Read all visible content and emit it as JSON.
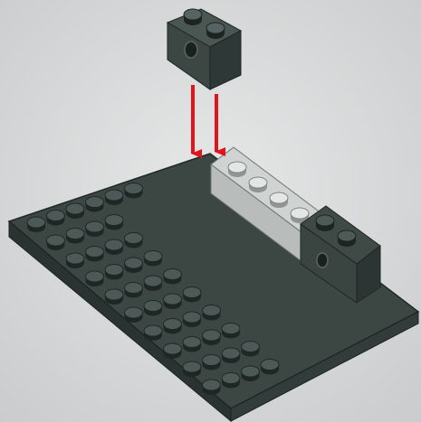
{
  "scene": {
    "background_color": "#d9dbdc",
    "plate_color": "#3c4744",
    "brick_color": "#3c4744",
    "highlight_brick_color": "#c9cdcb",
    "arrow_color": "#e3121b",
    "plate_studs": {
      "columns": 10,
      "rows": 6
    },
    "placed_beam_studs": 6,
    "new_brick_studs": 2,
    "arrow_count": 2
  }
}
